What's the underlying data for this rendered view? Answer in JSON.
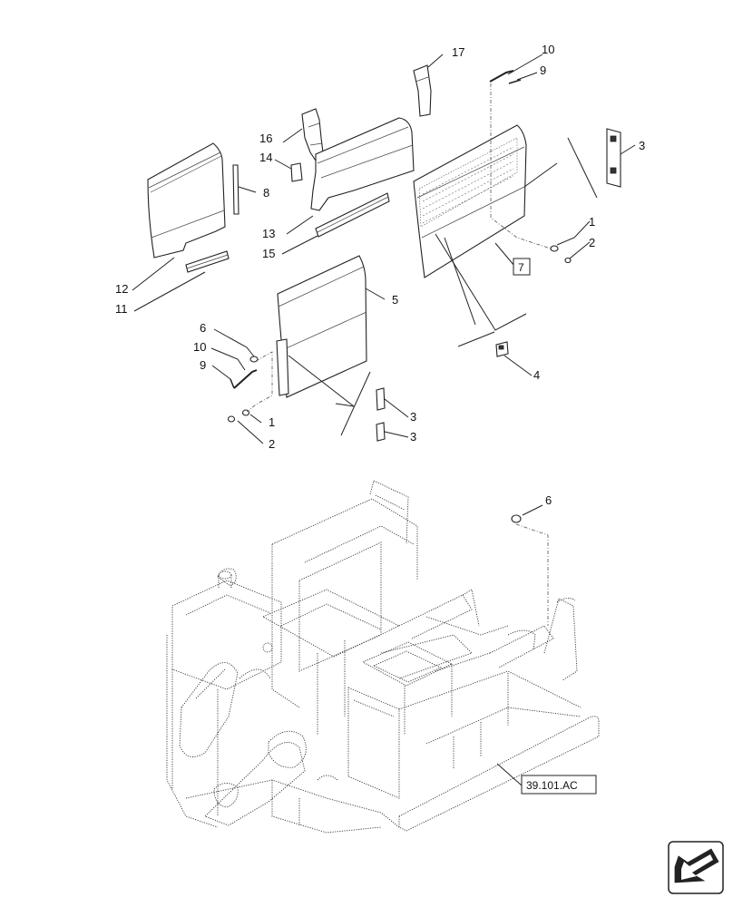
{
  "callouts": {
    "c1a": "1",
    "c1b": "1",
    "c2a": "2",
    "c2b": "2",
    "c3a": "3",
    "c3b": "3",
    "c3c": "3",
    "c4": "4",
    "c5": "5",
    "c6a": "6",
    "c6b": "6",
    "c8": "8",
    "c9a": "9",
    "c9b": "9",
    "c10a": "10",
    "c10b": "10",
    "c11": "11",
    "c12": "12",
    "c13": "13",
    "c14": "14",
    "c15": "15",
    "c16": "16",
    "c17": "17"
  },
  "reference_boxes": {
    "item7": "7",
    "section_ref": "39.101.AC"
  },
  "icons": {
    "nav": "arrow-icon"
  }
}
